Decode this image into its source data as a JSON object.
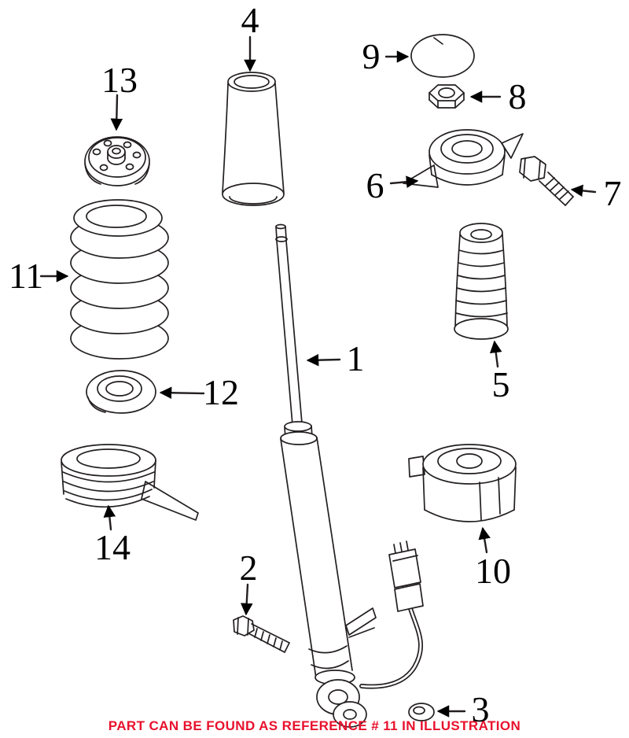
{
  "callouts": [
    {
      "label": "1"
    },
    {
      "label": "2"
    },
    {
      "label": "3"
    },
    {
      "label": "4"
    },
    {
      "label": "5"
    },
    {
      "label": "6"
    },
    {
      "label": "7"
    },
    {
      "label": "8"
    },
    {
      "label": "9"
    },
    {
      "label": "10"
    },
    {
      "label": "11"
    },
    {
      "label": "12"
    },
    {
      "label": "13"
    },
    {
      "label": "14"
    }
  ],
  "footer": {
    "text": "PART CAN BE FOUND AS REFERENCE # 11 IN ILLUSTRATION"
  },
  "colors": {
    "line_art": "#231f20",
    "footer_text": "#e8112d"
  }
}
